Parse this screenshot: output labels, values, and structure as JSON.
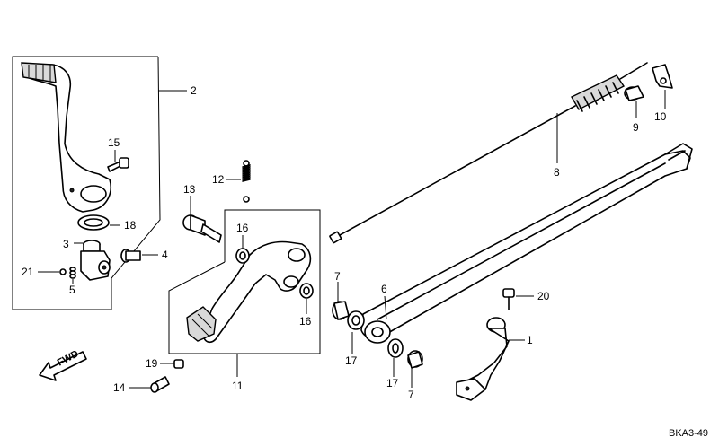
{
  "diagram": {
    "code": "BKA3-49",
    "fwd_label": "FWD",
    "callouts": {
      "c1": "1",
      "c2": "2",
      "c3": "3",
      "c4": "4",
      "c5": "5",
      "c6": "6",
      "c7a": "7",
      "c7b": "7",
      "c8": "8",
      "c9": "9",
      "c10": "10",
      "c11": "11",
      "c12": "12",
      "c13": "13",
      "c14": "14",
      "c15": "15",
      "c16a": "16",
      "c16b": "16",
      "c17a": "17",
      "c17b": "17",
      "c18": "18",
      "c19": "19",
      "c20": "20",
      "c21": "21"
    }
  }
}
